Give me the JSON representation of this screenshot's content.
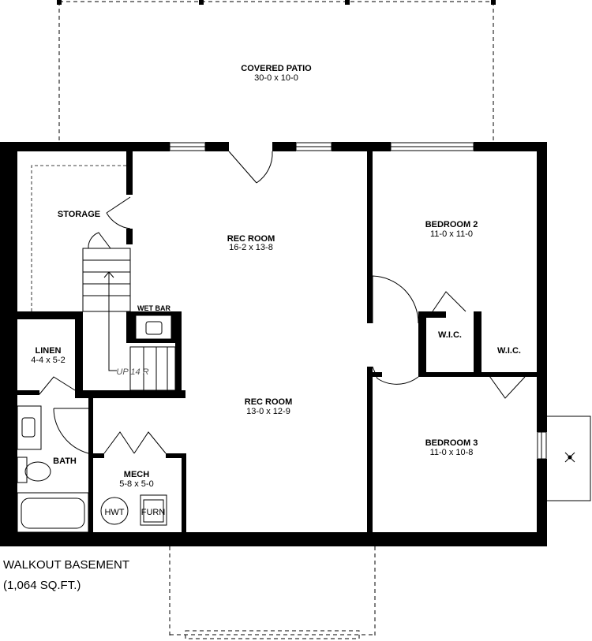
{
  "caption": {
    "title": "WALKOUT BASEMENT",
    "area": "(1,064 SQ.FT.)"
  },
  "rooms": {
    "patio": {
      "name": "COVERED PATIO",
      "size": "30-0 x 10-0"
    },
    "storage": {
      "name": "STORAGE"
    },
    "rec1": {
      "name": "REC ROOM",
      "size": "16-2 x 13-8"
    },
    "rec2": {
      "name": "REC ROOM",
      "size": "13-0 x 12-9"
    },
    "bed2": {
      "name": "BEDROOM 2",
      "size": "11-0 x 11-0"
    },
    "bed3": {
      "name": "BEDROOM 3",
      "size": "11-0 x 10-8"
    },
    "wic1": {
      "name": "W.I.C."
    },
    "wic2": {
      "name": "W.I.C."
    },
    "wetbar": {
      "name": "WET BAR"
    },
    "linen": {
      "name": "LINEN",
      "size": "4-4 x 5-2"
    },
    "bath": {
      "name": "BATH"
    },
    "mech": {
      "name": "MECH",
      "size": "5-8 x 5-0"
    },
    "stairs": {
      "name": "UP 14 R"
    },
    "hwt": {
      "name": "HWT"
    },
    "furn": {
      "name": "FURN"
    }
  }
}
